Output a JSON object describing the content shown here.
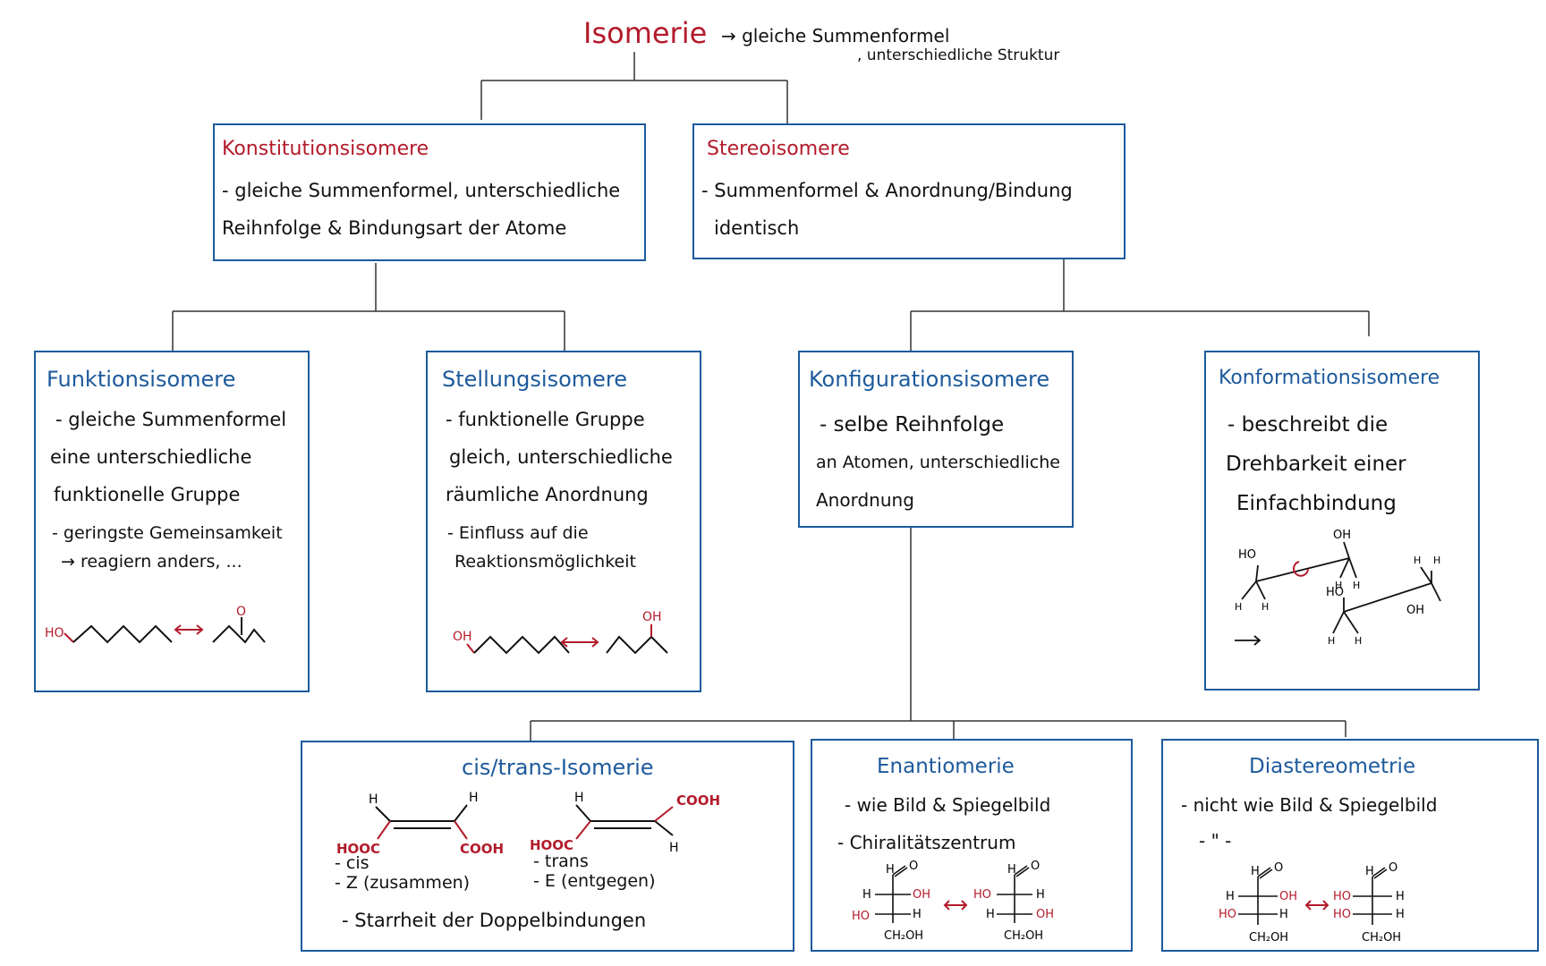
{
  "title": "Isomerie",
  "title_note": [
    "→ gleiche Summenformel",
    ", unterschiedliche Struktur"
  ],
  "colors": {
    "box_border": "#1d5a9c",
    "red": "#b31b2b",
    "blue": "#1d5a9c",
    "line": "#333333"
  },
  "konstitution": {
    "title": "Konstitutionsisomere",
    "lines": [
      "- gleiche Summenformel, unterschiedliche",
      "Reihnfolge & Bindungsart der Atome"
    ]
  },
  "stereo": {
    "title": "Stereoisomere",
    "lines": [
      "- Summenformel & Anordnung/Bindung",
      "identisch"
    ]
  },
  "funktion": {
    "title": "Funktionsisomere",
    "lines": [
      "- gleiche Summenformel",
      "eine unterschiedliche",
      "funktionelle Gruppe",
      "- geringste Gemeinsamkeit",
      "→ reagiern anders, ..."
    ],
    "labels": {
      "ho": "HO",
      "o": "O"
    }
  },
  "stellung": {
    "title": "Stellungsisomere",
    "lines": [
      "- funktionelle Gruppe",
      "gleich, unterschiedliche",
      "räumliche Anordnung",
      "- Einfluss auf die",
      "Reaktionsmöglichkeit"
    ],
    "labels": {
      "oh1": "OH",
      "oh2": "OH"
    }
  },
  "konfiguration": {
    "title": "Konfigurationsisomere",
    "lines": [
      "- selbe Reihnfolge",
      "an Atomen, unterschiedliche",
      "Anordnung"
    ]
  },
  "konformation": {
    "title": "Konformationsisomere",
    "lines": [
      "- beschreibt die",
      "Drehbarkeit einer",
      "Einfachbindung"
    ],
    "labels": {
      "ho": "HO",
      "oh": "OH",
      "h": "H"
    }
  },
  "cistrans": {
    "title": "cis/trans-Isomerie",
    "labels": {
      "h": "H",
      "hooc": "HOOC",
      "cooh": "COOH"
    },
    "left_lines": [
      "- cis",
      "- Z (zusammen)"
    ],
    "right_lines": [
      "- trans",
      "- E (entgegen)"
    ],
    "footer": "- Starrheit der Doppelbindungen"
  },
  "enantio": {
    "title": "Enantiomerie",
    "lines": [
      "- wie Bild & Spiegelbild",
      "- Chiralitätszentrum"
    ],
    "labels": {
      "h": "H",
      "o": "O",
      "oh": "OH",
      "ho": "HO",
      "ch2oh": "CH₂OH"
    }
  },
  "diastereo": {
    "title": "Diastereometrie",
    "lines": [
      "- nicht wie Bild & Spiegelbild",
      "- \" -"
    ],
    "labels": {
      "h": "H",
      "o": "O",
      "oh": "OH",
      "ho": "HO",
      "ch2oh": "CH₂OH"
    }
  }
}
